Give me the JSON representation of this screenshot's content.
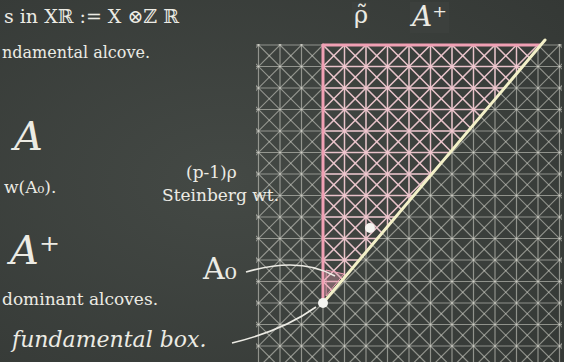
{
  "diagram": {
    "labels": [
      "s in Xℝ := X ⊗ℤ ℝ",
      "ndamental alcove.",
      "A",
      "w(A₀).",
      "(p-1)ρ",
      "Steinberg wt.",
      "A⁺",
      "dominant alcoves.",
      "A₀",
      "fundamental box.",
      "ρ̃",
      "A⁺"
    ]
  }
}
